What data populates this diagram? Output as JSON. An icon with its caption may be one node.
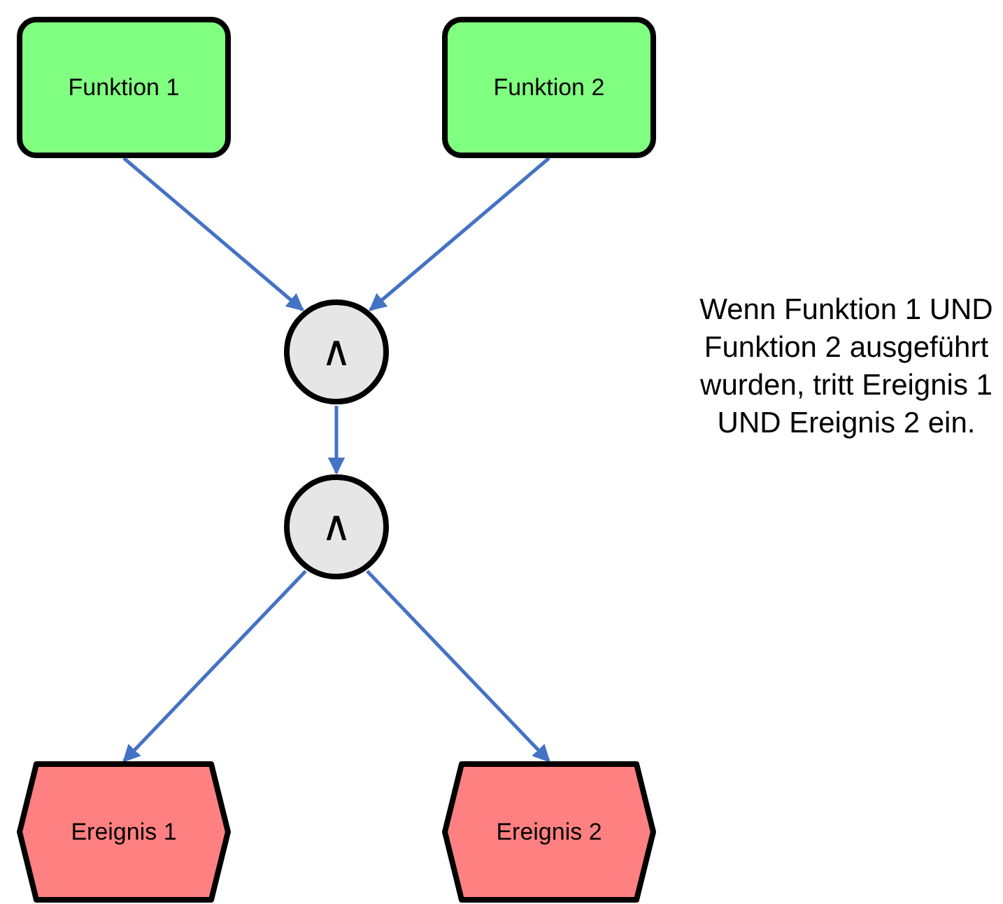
{
  "diagram": {
    "nodes": [
      {
        "text": [
          "Funktion 1"
        ]
      },
      {
        "text": [
          "Funktion 2"
        ]
      },
      {
        "text": [
          "∧"
        ]
      },
      {
        "text": [
          "∧"
        ]
      },
      {
        "text": [
          "Ereignis 1"
        ]
      },
      {
        "text": [
          "Ereignis 2"
        ]
      }
    ],
    "edges": [
      {
        "from": 0,
        "to": 2,
        "arrow": "to"
      },
      {
        "from": 1,
        "to": 2,
        "arrow": "to"
      },
      {
        "from": 2,
        "to": 3,
        "arrow": "to"
      },
      {
        "from": 3,
        "to": 4,
        "arrow": "to"
      },
      {
        "from": 3,
        "to": 5,
        "arrow": "to"
      }
    ],
    "labels": [
      "Wenn Funktion 1 UND Funktion 2 ausgeführt wurden, tritt Ereignis 1 UND Ereignis 2 ein."
    ]
  }
}
